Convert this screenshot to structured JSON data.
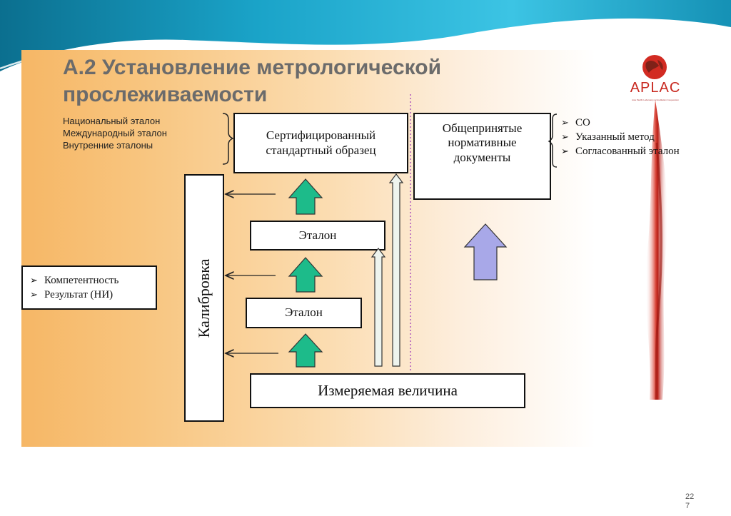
{
  "title": "А.2 Установление метрологической прослеживаемости",
  "logo": {
    "text": "APLAC",
    "subtitle": "Asia Pacific Laboratory Accreditation Cooperation"
  },
  "standards_list": [
    "Национальный эталон",
    "Международный эталон",
    "Внутренние эталоны"
  ],
  "boxes": {
    "crm": "Сертифицированный стандартный образец",
    "normative": "Общепринятые нормативные документы",
    "etalon_upper": "Эталон",
    "etalon_lower": "Эталон",
    "measurand": "Измеряемая величина",
    "calibration": "Калибровка"
  },
  "right_bullets": [
    "СО",
    "Указанный метод",
    "Согласованный эталон"
  ],
  "left_bullets": [
    "Компетентность",
    "Результат (НИ)"
  ],
  "page_number": "22 7",
  "colors": {
    "green_arrow": "#1dbb8a",
    "purple_arrow": "#a8a8e8",
    "accent_red": "#cc2a22"
  }
}
